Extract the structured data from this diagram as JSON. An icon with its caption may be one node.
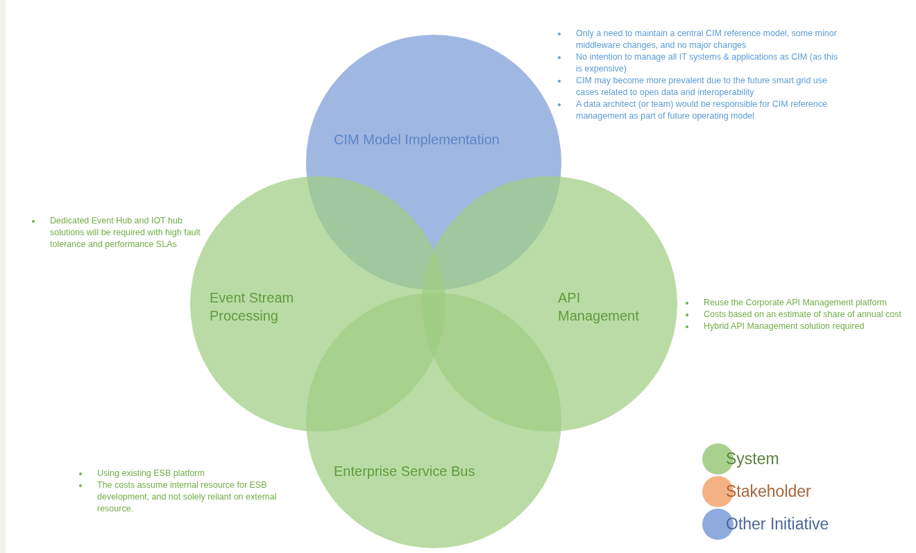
{
  "diagram": {
    "nodes": [
      {
        "text": [
          "CIM Model Implementation"
        ],
        "beside": [
          "Only a need to maintain a central CIM reference model, some minor middleware changes, and no major changes",
          "No intention to manage all IT systems & applications as CIM (as this is expensive)",
          "CIM may become more prevalent due to the future smart grid use cases related to open data and interoperability",
          "A data architect (or team) would be responsible for CIM reference management as part of future operating model"
        ]
      },
      {
        "text": [
          "Event Stream Processing"
        ],
        "beside": [
          "Dedicated Event Hub and IOT hub solutions will be required with high fault tolerance and performance SLAs"
        ]
      },
      {
        "text": [
          "API Management"
        ],
        "beside": [
          "Reuse the Corporate API Management platform",
          "Costs based on an estimate of share of annual cost",
          "Hybrid API Management solution required"
        ]
      },
      {
        "text": [
          "Enterprise Service Bus"
        ],
        "beside": [
          "Using existing ESB platform",
          "The costs assume internal resource for ESB development, and not solely reliant on external resource."
        ]
      }
    ],
    "legend": [
      {
        "text": "System",
        "color": "#a9d18e"
      },
      {
        "text": "Stakeholder",
        "color": "#f4b183"
      },
      {
        "text": "Other Initiative",
        "color": "#8faadc"
      }
    ]
  }
}
